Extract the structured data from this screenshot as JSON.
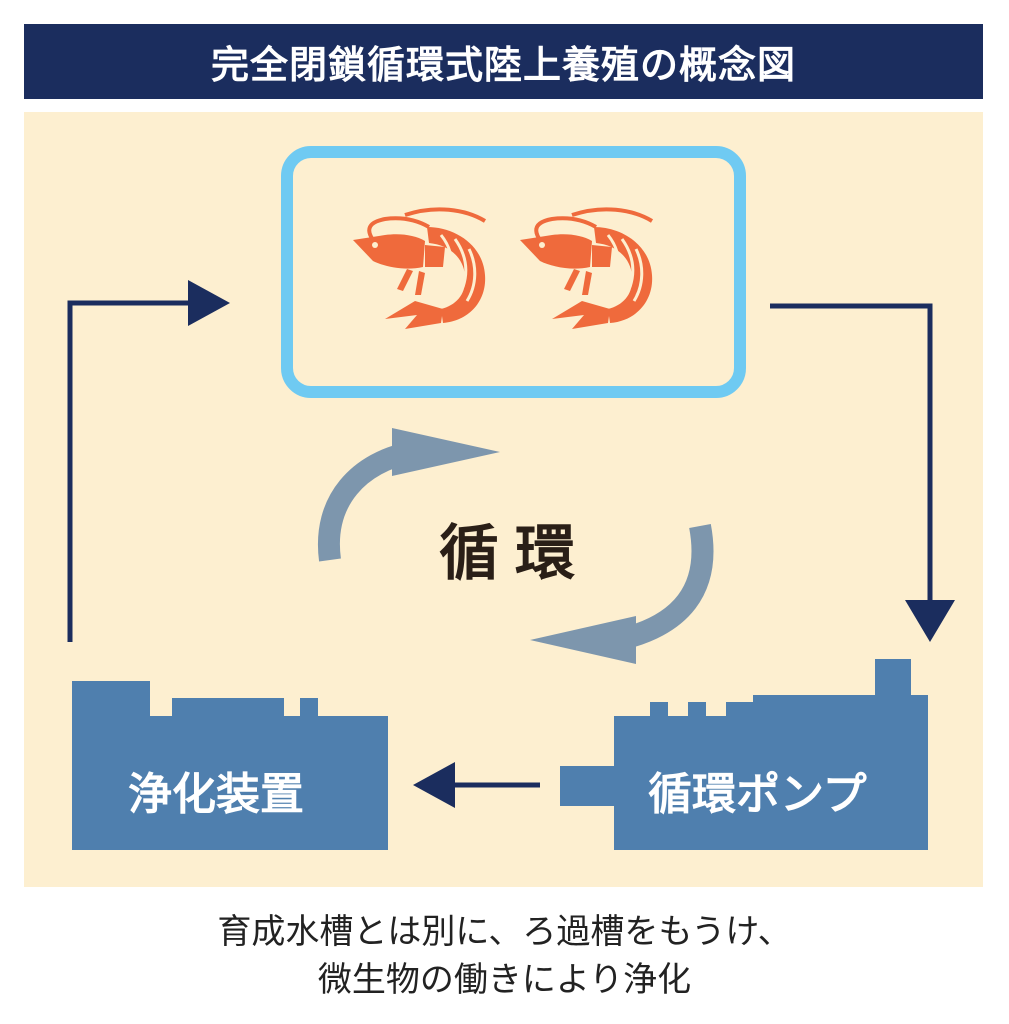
{
  "title": "完全閉鎖循環式陸上養殖の概念図",
  "cycle_label": "循環",
  "nodes": {
    "tank_icons": [
      "shrimp-icon",
      "shrimp-icon"
    ],
    "purifier_label": "浄化装置",
    "pump_label": "循環ポンプ"
  },
  "caption": {
    "line1": "育成水槽とは別に、ろ過槽をもうけ、",
    "line2": "微生物の働きにより浄化"
  },
  "colors": {
    "title_bg": "#1b2d5e",
    "panel_bg": "#fdefd0",
    "tank_border": "#6fcaf2",
    "shrimp": "#ef6a3c",
    "machine": "#4f7fae",
    "flow_arrow": "#1b2d5e",
    "cycle_arrow": "#7d96ad"
  }
}
